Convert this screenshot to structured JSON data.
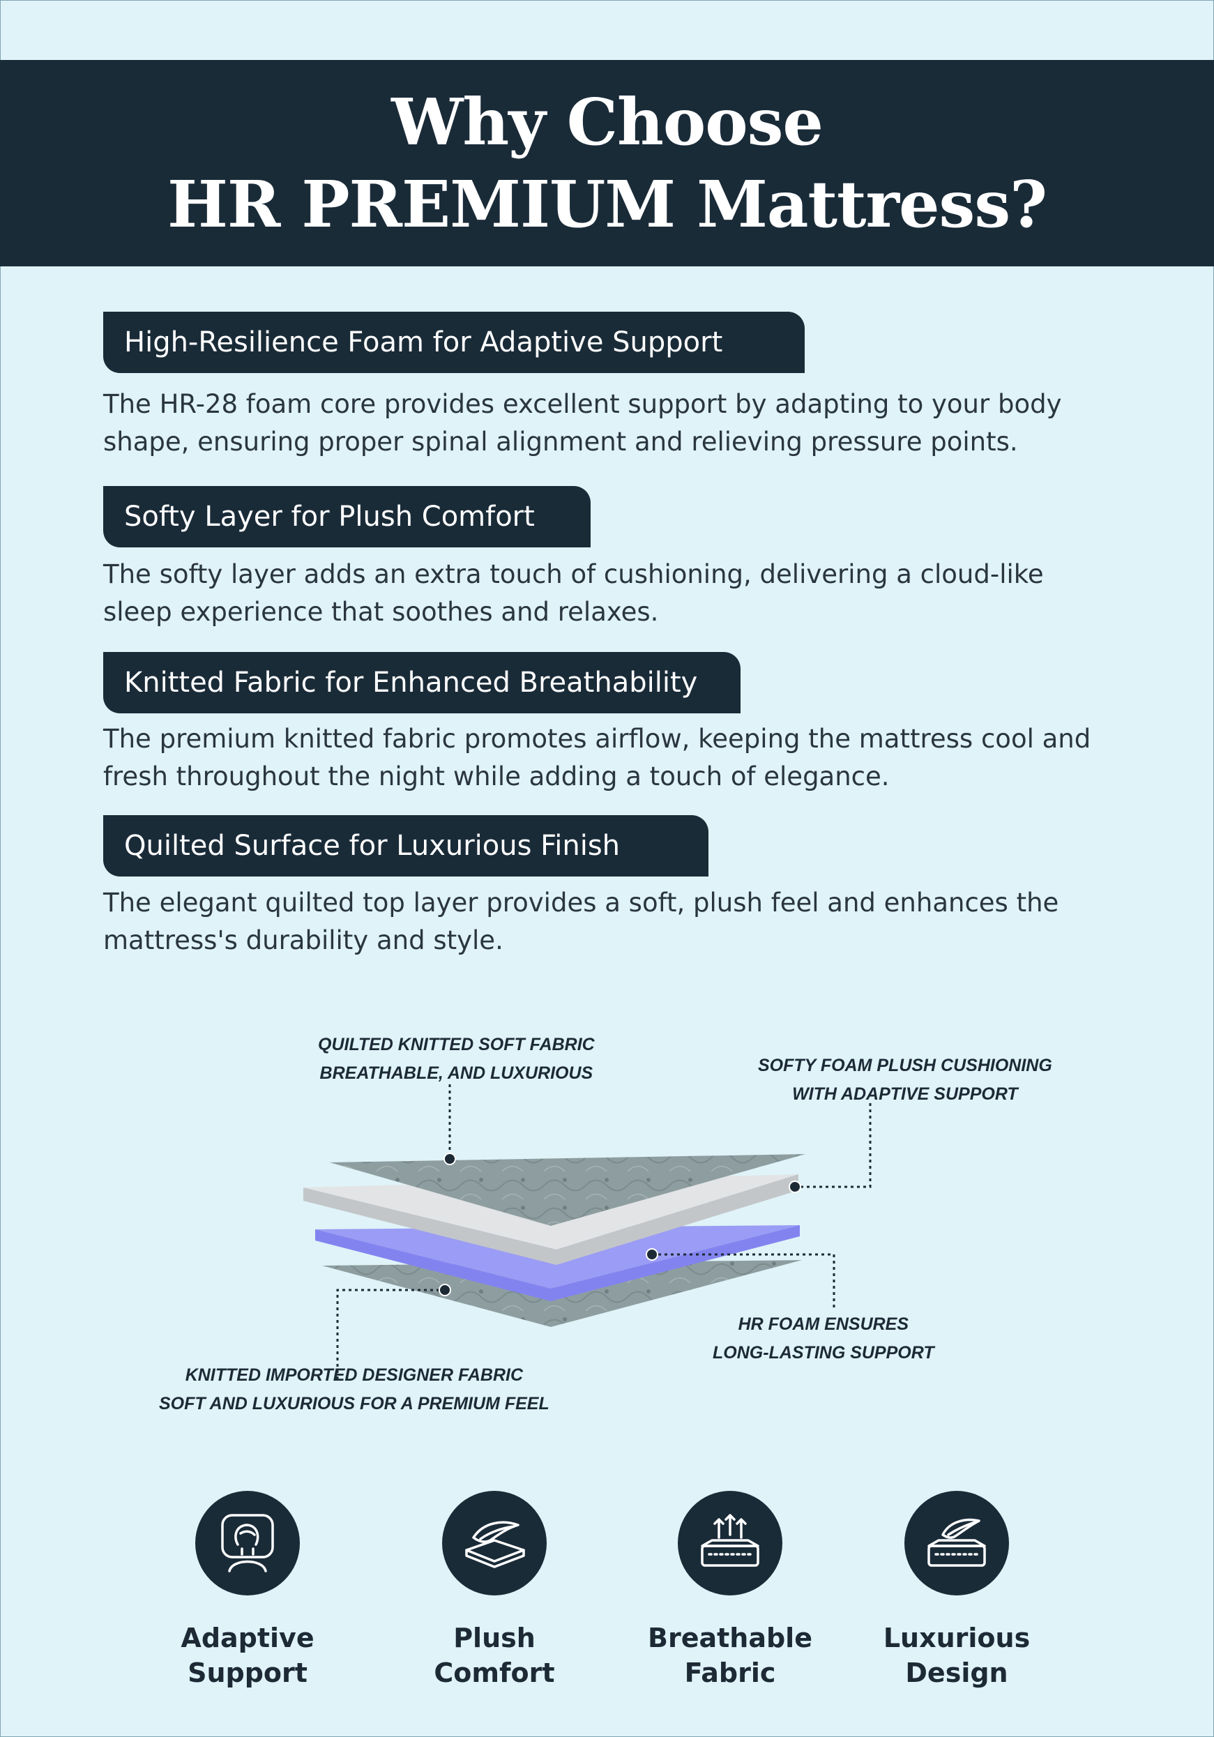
{
  "header": {
    "title_line1": "Why Choose",
    "title_line2": "HR PREMIUM Mattress?"
  },
  "features": [
    {
      "heading": "High-Resilience Foam for Adaptive Support",
      "text_line1": "The HR-28 foam core provides excellent support by adapting to your body",
      "text_line2": "shape, ensuring proper spinal alignment and relieving pressure points."
    },
    {
      "heading": "Softy Layer for Plush Comfort",
      "text_line1": "The softy layer adds an extra touch of cushioning, delivering a cloud-like",
      "text_line2": "sleep experience that soothes and relaxes."
    },
    {
      "heading": "Knitted Fabric for Enhanced Breathability",
      "text_line1": "The premium knitted fabric promotes airflow, keeping the mattress cool and",
      "text_line2": "fresh throughout the night while adding a touch of elegance."
    },
    {
      "heading": "Quilted Surface for Luxurious Finish",
      "text_line1": "The elegant quilted top layer provides a soft, plush feel and enhances the",
      "text_line2": "mattress's durability and style."
    }
  ],
  "diagram": {
    "callout_top_left": {
      "line1": "QUILTED KNITTED SOFT FABRIC",
      "line2": "BREATHABLE, AND LUXURIOUS"
    },
    "callout_top_right": {
      "line1": "SOFTY FOAM  PLUSH CUSHIONING",
      "line2": "WITH ADAPTIVE SUPPORT"
    },
    "callout_bottom_right": {
      "line1": "HR FOAM  ENSURES",
      "line2": "LONG-LASTING SUPPORT"
    },
    "callout_bottom_left": {
      "line1": "KNITTED IMPORTED DESIGNER FABRIC",
      "line2": "SOFT AND LUXURIOUS FOR A PREMIUM FEEL"
    },
    "colors": {
      "fabric": "#8e9ea0",
      "softy_foam": "#e2e4e6",
      "hr_foam": "#9b9cf5"
    }
  },
  "icons": [
    {
      "icon": "pillow-person-icon",
      "line1": "Adaptive",
      "line2": "Support"
    },
    {
      "icon": "feather-layers-icon",
      "line1": "Plush Comfort",
      "line2": ""
    },
    {
      "icon": "breathable-mattress-icon",
      "line1": "Breathable",
      "line2": "Fabric"
    },
    {
      "icon": "feather-mattress-icon",
      "line1": "Luxurious",
      "line2": "Design"
    }
  ],
  "theme": {
    "background": "#dff3f8",
    "navy": "#1a2b38"
  }
}
